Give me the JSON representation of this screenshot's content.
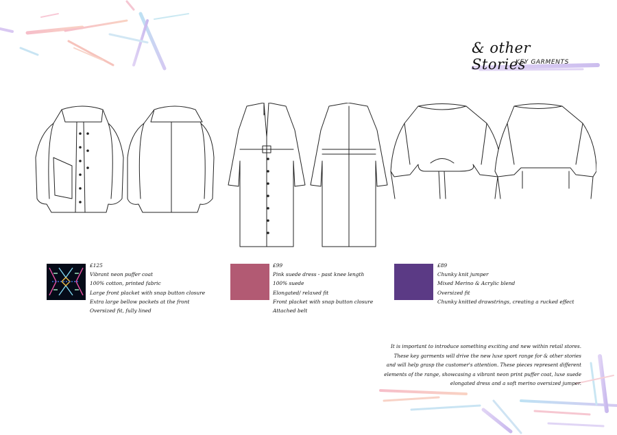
{
  "header": {
    "brand": "& other Stories",
    "subtitle": "KEY GARMENTS"
  },
  "garments": [
    {
      "swatch_color": "#050b18",
      "lines": [
        "£125",
        "Vibrant neon puffer coat",
        "100% cotton, printed fabric",
        "Large front placket with snap button closure",
        "Extra large bellow pockets at the front",
        "Oversized fit, fully lined"
      ]
    },
    {
      "swatch_color": "#b25a73",
      "lines": [
        "£99",
        "Pink suede dress - past knee length",
        "100% suede",
        "Elongated/ relaxed fit",
        "Front placket with snap button closure",
        "Attached belt"
      ]
    },
    {
      "swatch_color": "#5b3a85",
      "lines": [
        "£89",
        "Chunky knit jumper",
        "Mixed Merino & Acrylic blend",
        "Oversized fit",
        "Chunky knitted drawstrings, creating a rucked effect"
      ]
    }
  ],
  "intro_lines": [
    "It is important to introduce something exciting and new within retail stores.",
    "These key garments will drive the new luxe sport range for & other stories",
    "and will help grasp the customer's attention. These pieces represent different",
    "elements of the range, showcasing a vibrant neon print puffer coat, luxe suede",
    "elongated dress and a soft merino oversized jumper."
  ]
}
